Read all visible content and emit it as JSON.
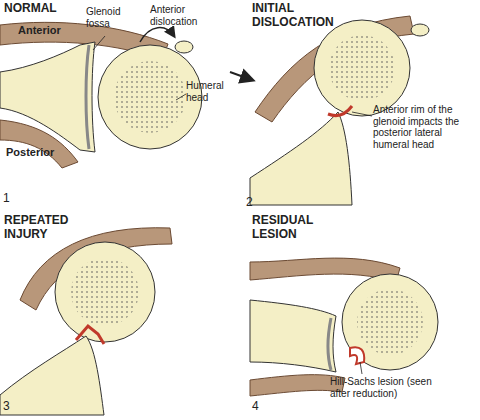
{
  "diagram": {
    "labels": [
      "NORMAL",
      "Anterior",
      "Glenoid fossa",
      "Anterior dislocation",
      "Posterior",
      "Humeral head",
      "1",
      "INITIAL DISLOCATION",
      "Anterior rim of the glenoid impacts the posterior lateral humeral head",
      "2",
      "REPEATED INJURY",
      "3",
      "RESIDUAL LESION",
      "Hill-Sachs lesion (seen after reduction)",
      "4"
    ]
  }
}
